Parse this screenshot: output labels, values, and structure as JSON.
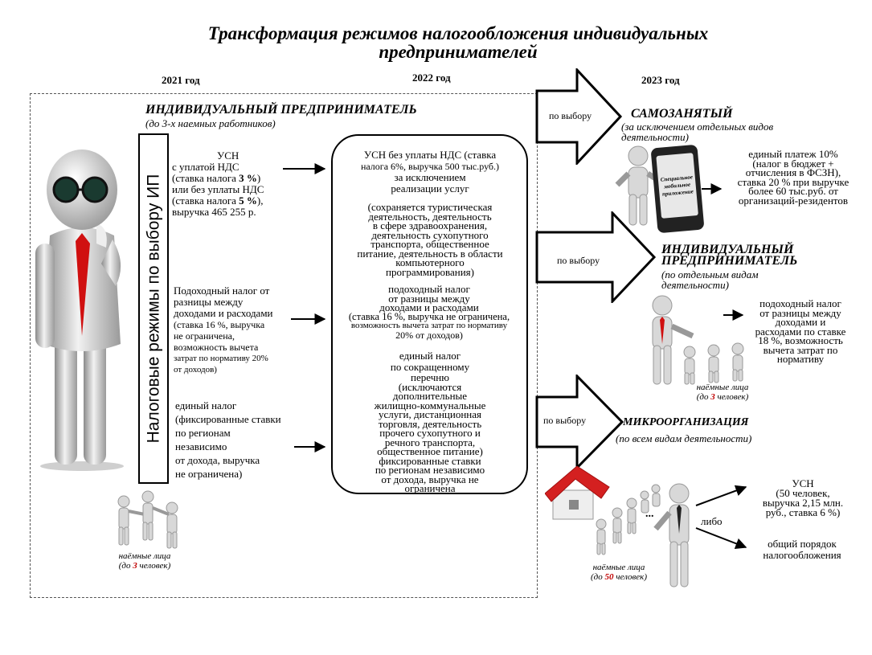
{
  "title": {
    "line1": "Трансформация режимов налогообложения индивидуальных",
    "line2": "предпринимателей"
  },
  "years": {
    "y2021": "2021 год",
    "y2022": "2022 год",
    "y2023": "2023 год"
  },
  "ip": {
    "heading": "ИНДИВИДУАЛЬНЫЙ ПРЕДПРИНИМАТЕЛЬ",
    "subheading": "(до 3-х наемных работников)",
    "vertical_label": "Налоговые режимы по выбору ИП"
  },
  "col2021": {
    "usn": [
      "УСН",
      "с уплатой НДС",
      "(ставка налога 3 %)",
      "или без уплаты НДС",
      "(ставка налога 5 %),",
      "выручка 465 255 р."
    ],
    "pod": [
      "Подоходный налог от",
      "разницы между",
      "доходами и расходами",
      "(ставка 16 %, выручка",
      "не ограничена,",
      "возможность вычета",
      "затрат по нормативу 20%",
      "от доходов)"
    ],
    "edin": [
      "единый налог",
      "(фиксированные ставки",
      "по регионам",
      "независимо",
      "от дохода, выручка",
      "не ограничена)"
    ],
    "workers_caption": [
      "наёмные лица",
      "(до 3 человек)"
    ],
    "workers_count": "3"
  },
  "col2022": {
    "usn": [
      "УСН без уплаты НДС (ставка",
      "налога 6%, выручка 500 тыс.руб.)",
      "за исключением",
      "реализации услуг"
    ],
    "usn_note": [
      "(сохраняется туристическая",
      "деятельность, деятельность",
      "в сфере здравоохранения,",
      "деятельность сухопутного",
      "транспорта, общественное",
      "питание, деятельность в области",
      "компьютерного",
      "программирования)"
    ],
    "pod": [
      "подоходный налог",
      "от разницы между",
      "доходами и расходами",
      "(ставка 16 %, выручка не ограничена,",
      "возможность вычета затрат по нормативу",
      "20% от доходов)"
    ],
    "edin": [
      "единый налог",
      "по сокращенному",
      "перечню",
      "(исключаются",
      "дополнительные",
      "жилищно-коммунальные",
      "услуги, дистанционная",
      "торговля, деятельность",
      "прочего сухопутного и",
      "речного транспорта,",
      "общественное питание)",
      "фиксированные ставки",
      "по регионам независимо",
      "от дохода, выручка не",
      "ограничена"
    ]
  },
  "col2023": {
    "choice": "по выбору",
    "self": {
      "heading": "САМОЗАНЯТЫЙ",
      "sub": [
        "(за исключением отдельных видов",
        "деятельности)"
      ],
      "phone": [
        "Специальное",
        "мобильное",
        "приложение"
      ],
      "text": [
        "единый платеж 10%",
        "(налог в бюджет +",
        "отчисления в ФСЗН),",
        "ставка 20 % при выручке",
        "более 60 тыс.руб. от",
        "организаций-резидентов"
      ]
    },
    "ip": {
      "heading": [
        "ИНДИВИДУАЛЬНЫЙ",
        "ПРЕДПРИНИМАТЕЛЬ"
      ],
      "sub": [
        "(по отдельным видам",
        "деятельности)"
      ],
      "text": [
        "подоходный налог",
        "от разницы между",
        "доходами и",
        "расходами по ставке",
        "18 %, возможность",
        "вычета затрат по",
        "нормативу"
      ],
      "workers_caption": [
        "наёмные лица",
        "(до 3 человек)"
      ],
      "workers_count": "3"
    },
    "micro": {
      "heading": "МИКРООРГАНИЗАЦИЯ",
      "sub": "(по всем видам деятельности)",
      "usn": [
        "УСН",
        "(50 человек,",
        "выручка 2,15 млн.",
        "руб., ставка 6 %)"
      ],
      "or": "либо",
      "general": [
        "общий порядок",
        "налогообложения"
      ],
      "workers_caption": [
        "наёмные лица",
        "(до 50 человек)"
      ],
      "workers_count": "50",
      "dots": "..."
    }
  },
  "colors": {
    "tie": "#d01010",
    "house_roof": "#d42020",
    "count": "#c00000",
    "figure": "#d8d8d8"
  }
}
